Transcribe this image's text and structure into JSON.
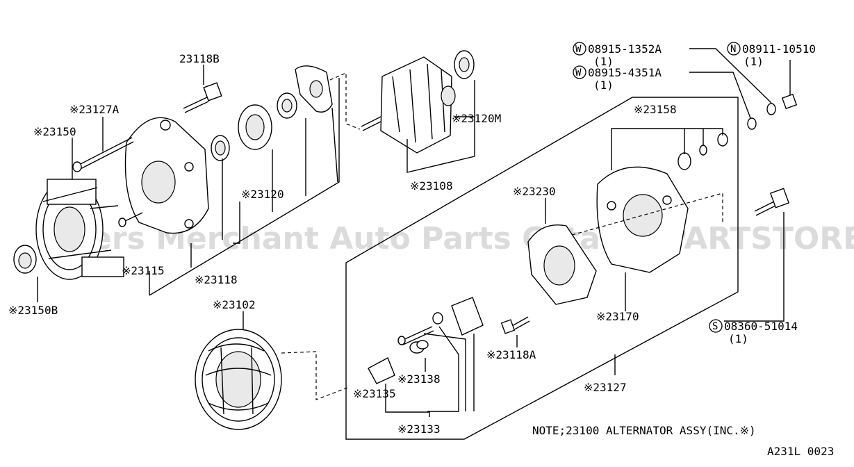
{
  "watermark": "Offers Merchant Auto Parts Catalog PARTSTORE.SA",
  "labels": {
    "p23118B": "23118B",
    "p23127A": "※23127A",
    "p23150": "※23150",
    "p23150B": "※23150B",
    "p23115": "※23115",
    "p23118": "※23118",
    "p23120": "※23120",
    "p23120M": "※23120M",
    "p23108": "※23108",
    "p23102": "※23102",
    "p23158": "※23158",
    "p23230": "※23230",
    "p23170": "※23170",
    "p23118A": "※23118A",
    "p23127": "※23127",
    "p23138": "※23138",
    "p23135": "※23135",
    "p23133": "※23133",
    "w1": "08915-1352A",
    "w1_qty": "(1)",
    "w2": "08915-4351A",
    "w2_qty": "(1)",
    "n1": "08911-10510",
    "n1_qty": "(1)",
    "s1": "08360-51014",
    "s1_qty": "(1)"
  },
  "symbols": {
    "washer": "W",
    "nut": "N",
    "screw": "S"
  },
  "note": "NOTE;23100 ALTERNATOR ASSY(INC.※)",
  "figure_code": "A231L 0023"
}
